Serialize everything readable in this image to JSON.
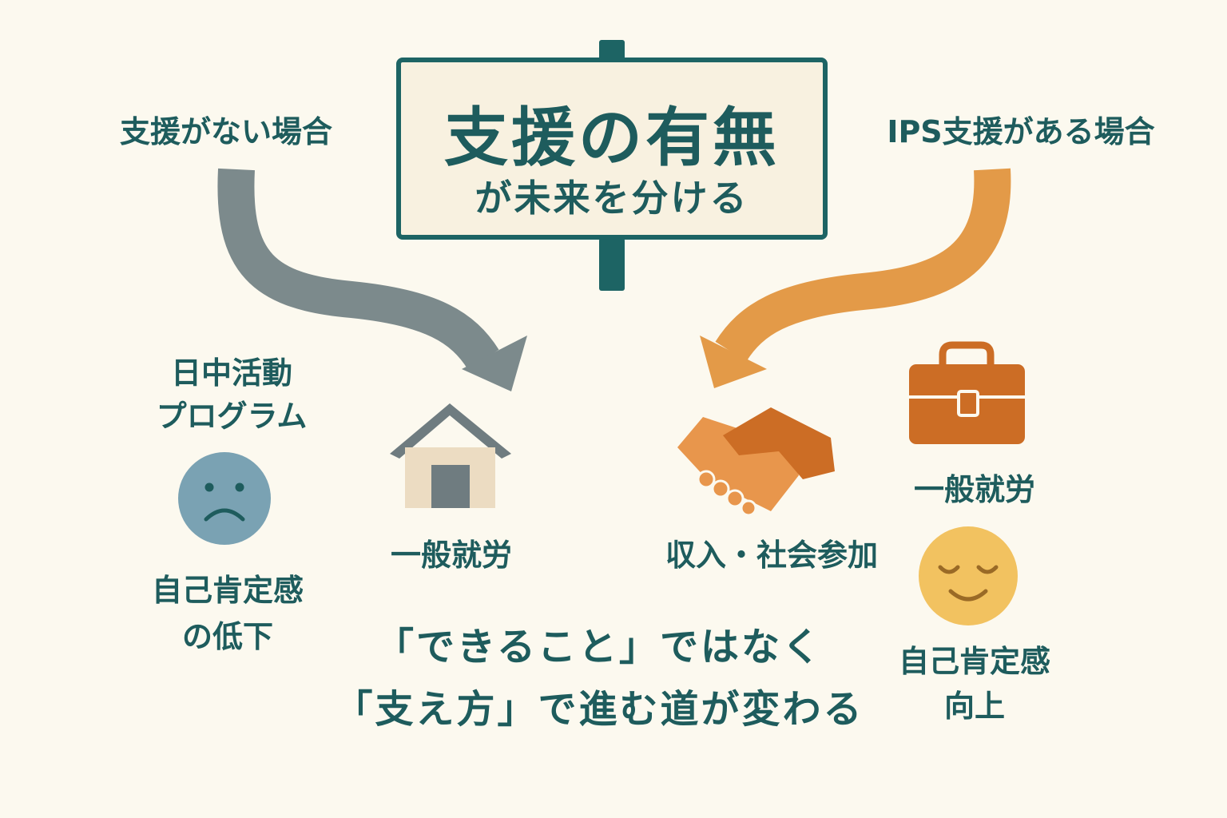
{
  "sign": {
    "title": "支援の有無",
    "subtitle": "が未来を分ける"
  },
  "left_path": {
    "heading": "支援がない場合",
    "activity_line1": "日中活動",
    "activity_line2": "プログラム",
    "outcome_label": "一般就労",
    "feeling_line1": "自己肯定感",
    "feeling_line2": "の低下",
    "arrow_color": "#7c8a8c"
  },
  "right_path": {
    "heading": "IPS支援がある場合",
    "outcome_label": "収入・社会参加",
    "employment_label": "一般就労",
    "feeling_line1": "自己肯定感",
    "feeling_line2": "向上",
    "arrow_color": "#e39a48"
  },
  "message": {
    "line1": "「できること」ではなく",
    "line2": "「支え方」で進む道が変わる"
  },
  "icons": {
    "house": "house-icon",
    "sad_face": "sad-face-icon",
    "handshake": "handshake-icon",
    "briefcase": "briefcase-icon",
    "smile_face": "smile-face-icon"
  },
  "colors": {
    "primary_text": "#1e5c5d",
    "sign_border": "#1d6464",
    "background": "#fcf9ef",
    "orange": "#d07028"
  }
}
